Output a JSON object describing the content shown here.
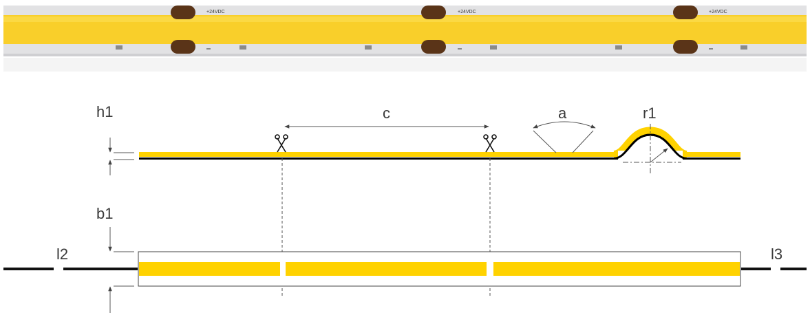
{
  "photo": {
    "marking": "+24VDC",
    "colors": {
      "strip": "#f9cf2a",
      "pcb": "#dcdcdc",
      "pad": "#5a3418"
    }
  },
  "diagram": {
    "labels": {
      "h1": "h1",
      "c": "c",
      "a": "a",
      "r1": "r1",
      "b1": "b1",
      "l2": "l2",
      "l3": "l3"
    },
    "colors": {
      "strip": "#ffd200",
      "line": "#000000",
      "dim": "#555555"
    },
    "icons": {
      "cut_mark": "scissors-icon"
    }
  }
}
